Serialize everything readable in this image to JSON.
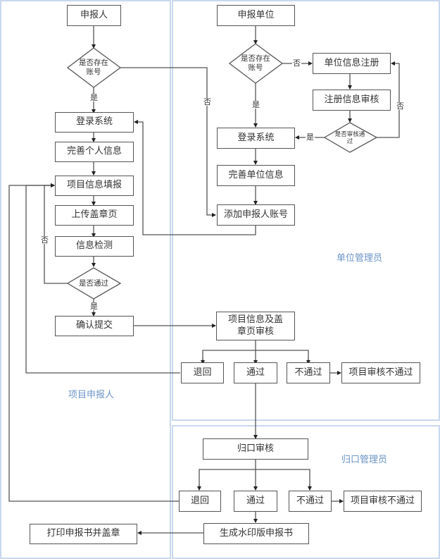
{
  "lanes": {
    "applicant": {
      "label": "项目申报人"
    },
    "unit_admin": {
      "label": "单位管理员"
    },
    "central_admin": {
      "label": "归口管理员"
    }
  },
  "nodes": {
    "applicant_start": "申报人",
    "applicant_has_account": "是否存在账号",
    "applicant_login": "登录系统",
    "complete_personal_info": "完善个人信息",
    "fill_project_info": "项目信息填报",
    "upload_seal_page": "上传盖章页",
    "info_check": "信息检测",
    "check_passed": "是否通过",
    "confirm_submit": "确认提交",
    "unit_start": "申报单位",
    "unit_has_account": "是否存在账号",
    "unit_register": "单位信息注册",
    "register_review": "注册信息审核",
    "review_passed": "是否审核通过",
    "unit_login": "登录系统",
    "complete_unit_info": "完善单位信息",
    "add_applicant_account": "添加申报人账号",
    "unit_review": "项目信息及盖章页审核",
    "unit_return": "退回",
    "unit_pass": "通过",
    "unit_reject": "不通过",
    "unit_reject_result": "项目审核不通过",
    "central_review": "归口审核",
    "central_return": "退回",
    "central_pass": "通过",
    "central_reject": "不通过",
    "central_reject_result": "项目审核不通过",
    "generate_watermark": "生成水印版申报书",
    "print_and_seal": "打印申报书并盖章"
  },
  "edge_labels": {
    "yes": "是",
    "no": "否"
  }
}
